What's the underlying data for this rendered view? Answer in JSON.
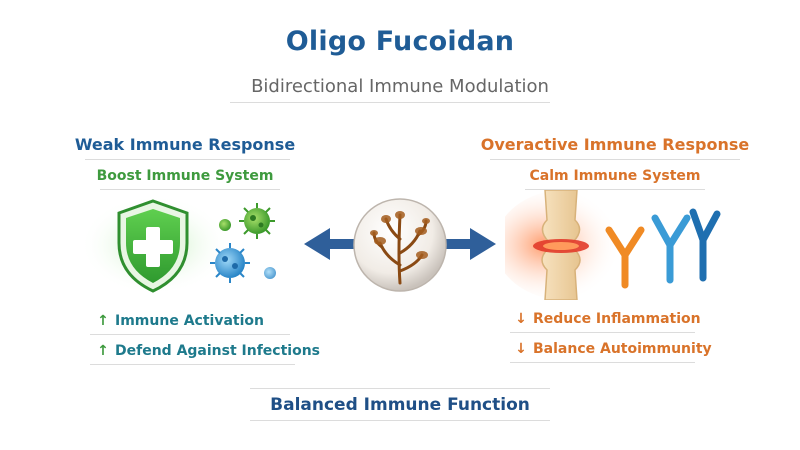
{
  "title": "Oligo Fucoidan",
  "subtitle": "Bidirectional Immune Modulation",
  "left": {
    "title": "Weak Immune Response",
    "subtitle": "Boost Immune System",
    "bullets": [
      {
        "arrow": "↑",
        "text": "Immune Activation"
      },
      {
        "arrow": "↑",
        "text": "Defend Against Infections"
      }
    ]
  },
  "right": {
    "title": "Overactive Immune Response",
    "subtitle": "Calm Immune System",
    "bullets": [
      {
        "arrow": "↓",
        "text": "Reduce Inflammation"
      },
      {
        "arrow": "↓",
        "text": "Balance Autoimmunity"
      }
    ]
  },
  "footer": "Balanced Immune Function",
  "icons": {
    "left": [
      "shield-cross-icon",
      "virus-icon"
    ],
    "center": "seaweed-icon",
    "right": [
      "joint-icon",
      "antibody-icon"
    ],
    "arrows": [
      "arrow-left-icon",
      "arrow-right-icon"
    ]
  },
  "colors": {
    "title_blue": "#1f5c96",
    "green": "#3e9a3e",
    "orange": "#d9732a"
  }
}
